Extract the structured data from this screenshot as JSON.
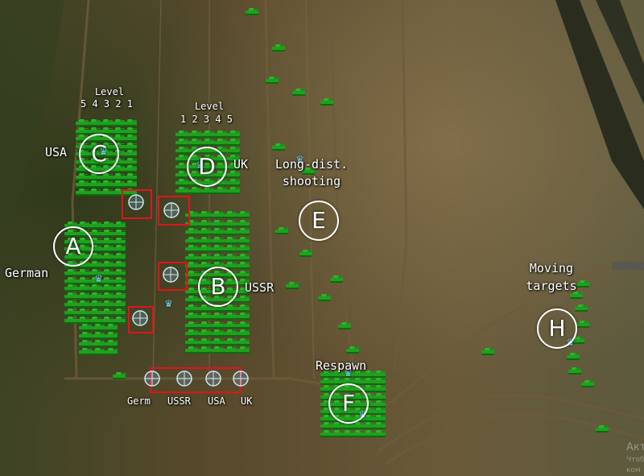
{
  "zones": {
    "A": "A",
    "B": "B",
    "C": "C",
    "D": "D",
    "E": "E",
    "F": "F",
    "H": "H"
  },
  "labels": {
    "level_left_title": "Level",
    "level_left_nums": "5 4 3 2 1",
    "level_right_title": "Level",
    "level_right_nums": "1 2 3 4 5",
    "usa": "USA",
    "uk": "UK",
    "german": "German",
    "ussr": "USSR",
    "long_dist_line1": "Long-dist.",
    "long_dist_line2": "shooting",
    "moving_line1": "Moving",
    "moving_line2": "targets",
    "respawn": "Respawn"
  },
  "target_row": [
    "Germ",
    "USSR",
    "USA",
    "UK"
  ],
  "watermark": {
    "line1": "Акт",
    "line2": "Чтоб",
    "line3": "ком"
  },
  "colors": {
    "tank": "#1fa01f",
    "marker": "#e0141b",
    "crown": "#7fd6f0"
  }
}
